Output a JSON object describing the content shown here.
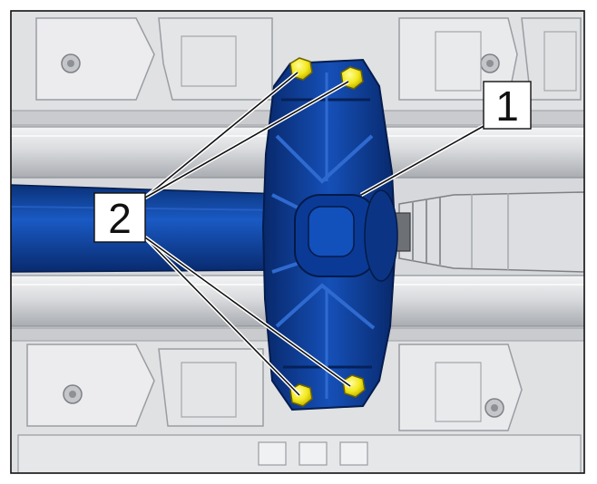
{
  "figure": {
    "callouts": [
      {
        "id": "1",
        "label": "1"
      },
      {
        "id": "2",
        "label": "2"
      }
    ],
    "colors": {
      "frame": "#111111",
      "background": "#ffffff",
      "structure_light": "#e6e7e9",
      "structure_mid": "#c9cbce",
      "structure_dark": "#8e9196",
      "part_blue": "#0c3f9c",
      "part_blue_dark": "#08286a",
      "part_blue_light": "#2f6ad0",
      "bolt_yellow": "#f2e81a",
      "bolt_outline": "#6d6200"
    },
    "icons": [
      "bolt-head-icon"
    ]
  }
}
